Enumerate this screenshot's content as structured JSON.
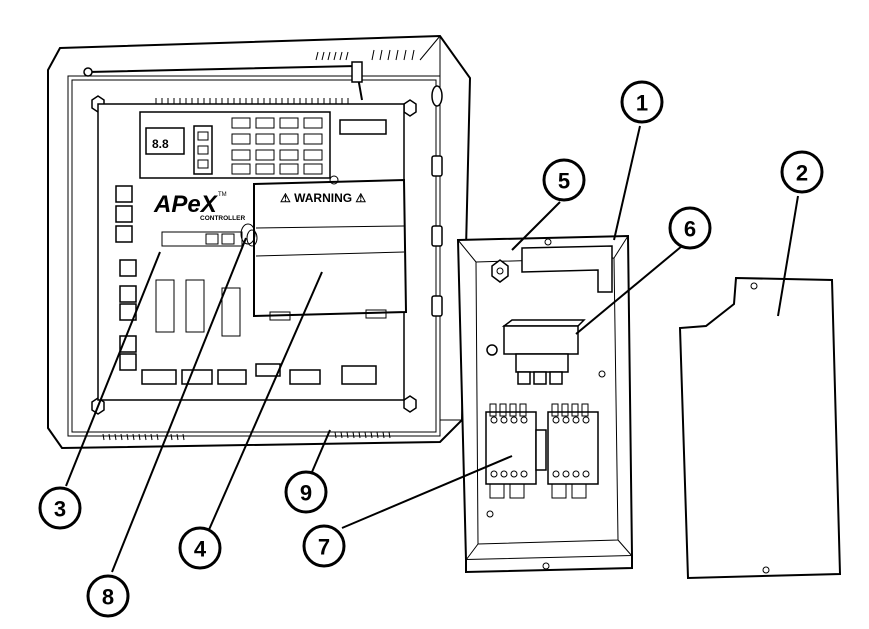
{
  "controller": {
    "brand": "APeX",
    "trademark": "TM",
    "subtitle": "CONTROLLER",
    "warning": "⚠ WARNING ⚠"
  },
  "callouts": [
    {
      "id": "1",
      "label": "1"
    },
    {
      "id": "2",
      "label": "2"
    },
    {
      "id": "3",
      "label": "3"
    },
    {
      "id": "4",
      "label": "4"
    },
    {
      "id": "5",
      "label": "5"
    },
    {
      "id": "6",
      "label": "6"
    },
    {
      "id": "7",
      "label": "7"
    },
    {
      "id": "8",
      "label": "8"
    },
    {
      "id": "9",
      "label": "9"
    }
  ]
}
